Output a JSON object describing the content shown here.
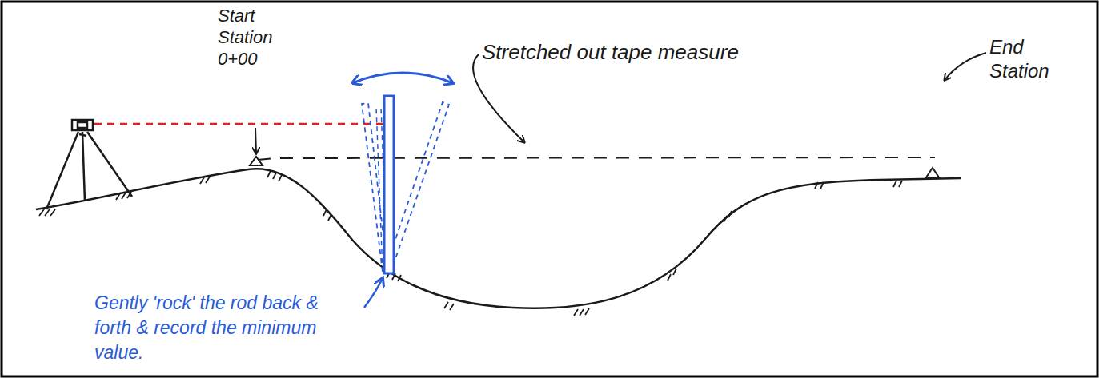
{
  "diagram": {
    "labels": [
      "Start Station 0+00",
      "Stretched out tape measure",
      "End Station",
      "Gently 'rock' the rod back & forth & record the minimum value."
    ]
  }
}
